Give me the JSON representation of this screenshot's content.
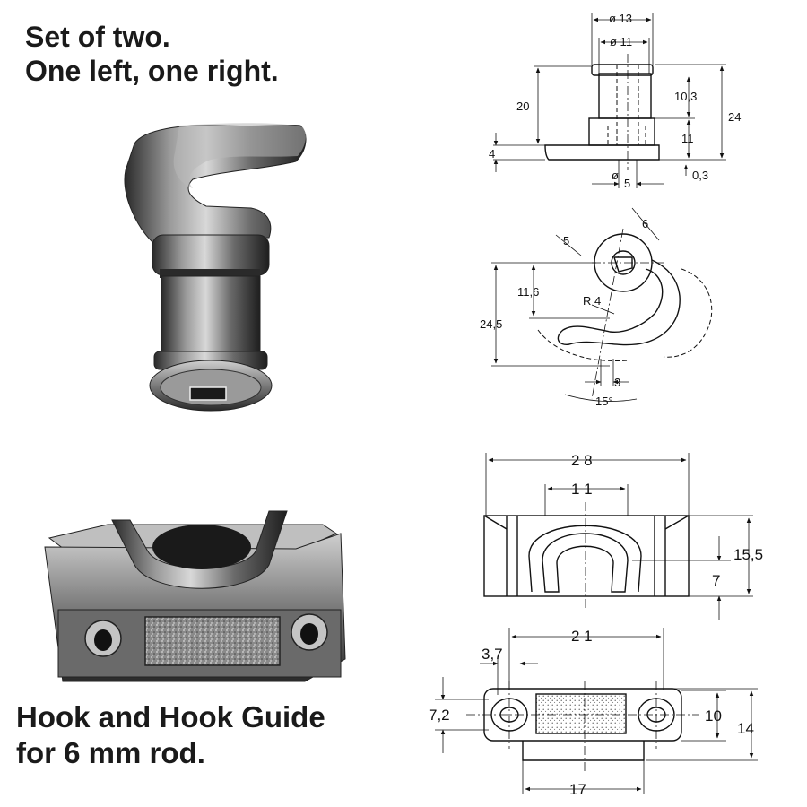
{
  "title_lines": [
    "Set of two.",
    "One left, one right."
  ],
  "caption_lines": [
    "Hook and Hook Guide",
    "for 6 mm rod."
  ],
  "hook_front": {
    "diameter_outer": "ø 13",
    "diameter_inner": "ø 11",
    "height_upper": "20",
    "height_total": "24",
    "height_collar": "10,3",
    "height_lower": "11",
    "base_thickness": "4",
    "pin_diameter": "5",
    "gap": "0,3"
  },
  "hook_top": {
    "width_6": "6",
    "width_5": "5",
    "height_11_6": "11,6",
    "height_24_5": "24,5",
    "radius": "R 4",
    "offset_3": "3",
    "angle": "15°"
  },
  "guide_front": {
    "width_total": "2 8",
    "width_slot": "1 1",
    "height_total": "15,5",
    "height_base": "7"
  },
  "guide_top": {
    "hole_spacing": "2 1",
    "hole_offset": "3,7",
    "height_inner": "7,2",
    "height_mid": "10",
    "height_total": "14",
    "base_width": "17"
  }
}
